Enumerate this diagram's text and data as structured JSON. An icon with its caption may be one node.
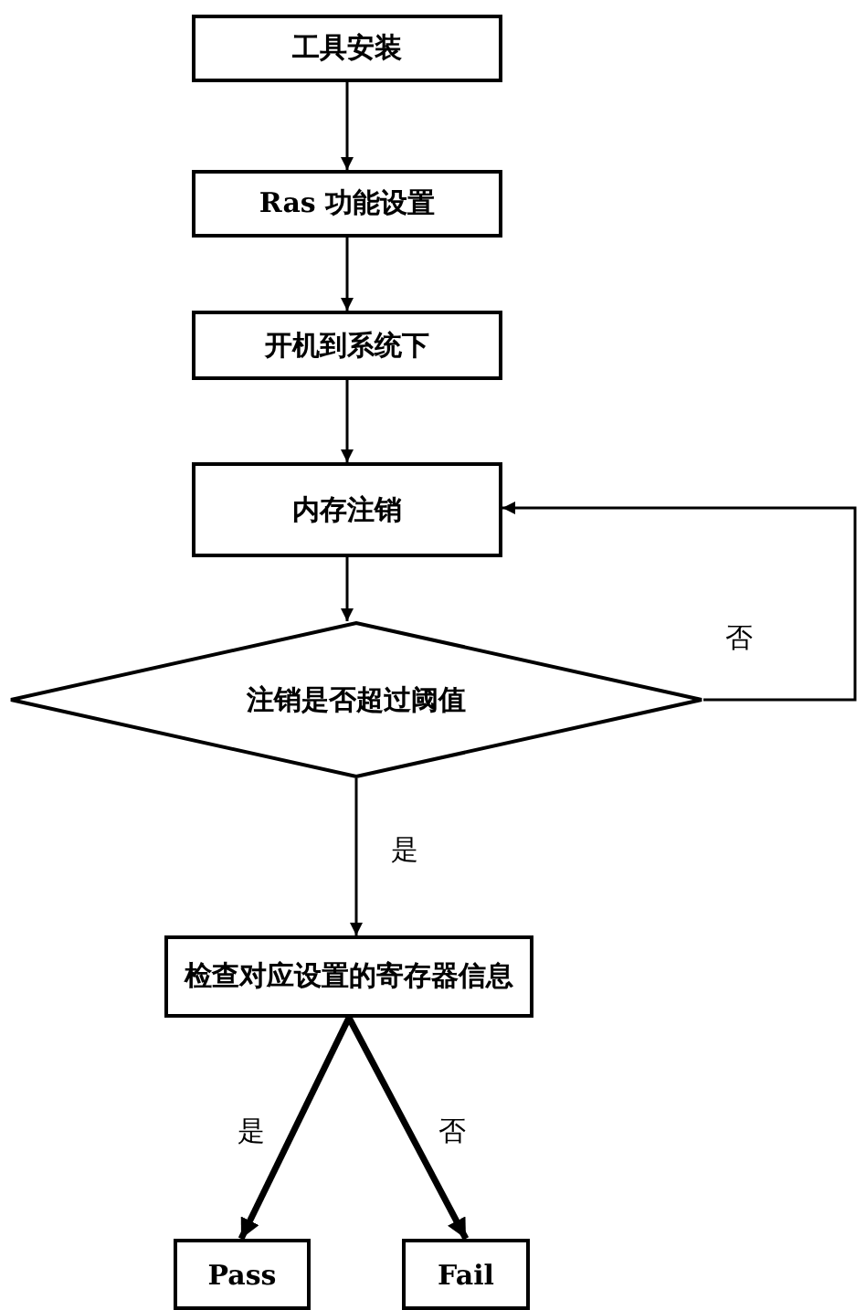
{
  "diagram": {
    "nodes": [
      {
        "text": [
          "工具安装"
        ]
      },
      {
        "text": [
          "Ras 功能设置"
        ]
      },
      {
        "text": [
          "开机到系统下"
        ]
      },
      {
        "text": [
          "内存注销"
        ]
      },
      {
        "text": [
          "注销是否超过阈值"
        ]
      },
      {
        "text": [
          "检查对应设置的寄存器信息"
        ]
      },
      {
        "text": [
          "Pass"
        ]
      },
      {
        "text": [
          "Fail"
        ]
      }
    ],
    "edges": [
      {
        "from": 0,
        "to": 1,
        "arrow": "to"
      },
      {
        "from": 1,
        "to": 2,
        "arrow": "to"
      },
      {
        "from": 2,
        "to": 3,
        "arrow": "to"
      },
      {
        "from": 3,
        "to": 4,
        "arrow": "to"
      },
      {
        "from": 4,
        "to": 3,
        "arrow": "to",
        "label": "否"
      },
      {
        "from": 4,
        "to": 5,
        "arrow": "to",
        "label": "是"
      },
      {
        "from": 5,
        "to": 6,
        "arrow": "to",
        "label": "是",
        "style": "thick"
      },
      {
        "from": 5,
        "to": 7,
        "arrow": "to",
        "label": "否",
        "style": "thick"
      }
    ]
  }
}
